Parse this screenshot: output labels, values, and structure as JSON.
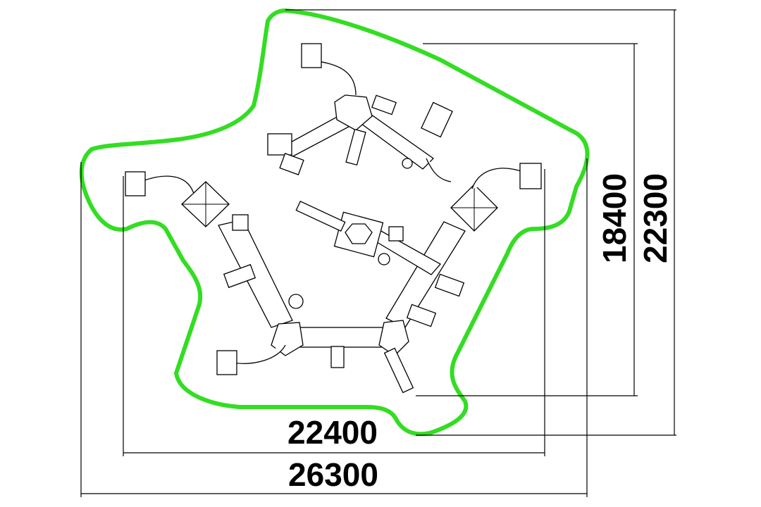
{
  "dimensions": {
    "inner_width": "22400",
    "outer_width": "26300",
    "inner_height": "18400",
    "outer_height": "22300"
  },
  "colors": {
    "safety_zone": "#33dd22",
    "lines": "#000000",
    "background": "#ffffff"
  },
  "icons": {
    "slide": "spiral-tube-slide-icon",
    "tower": "square-roof-tower-icon",
    "climber": "ladder-climber-icon"
  }
}
